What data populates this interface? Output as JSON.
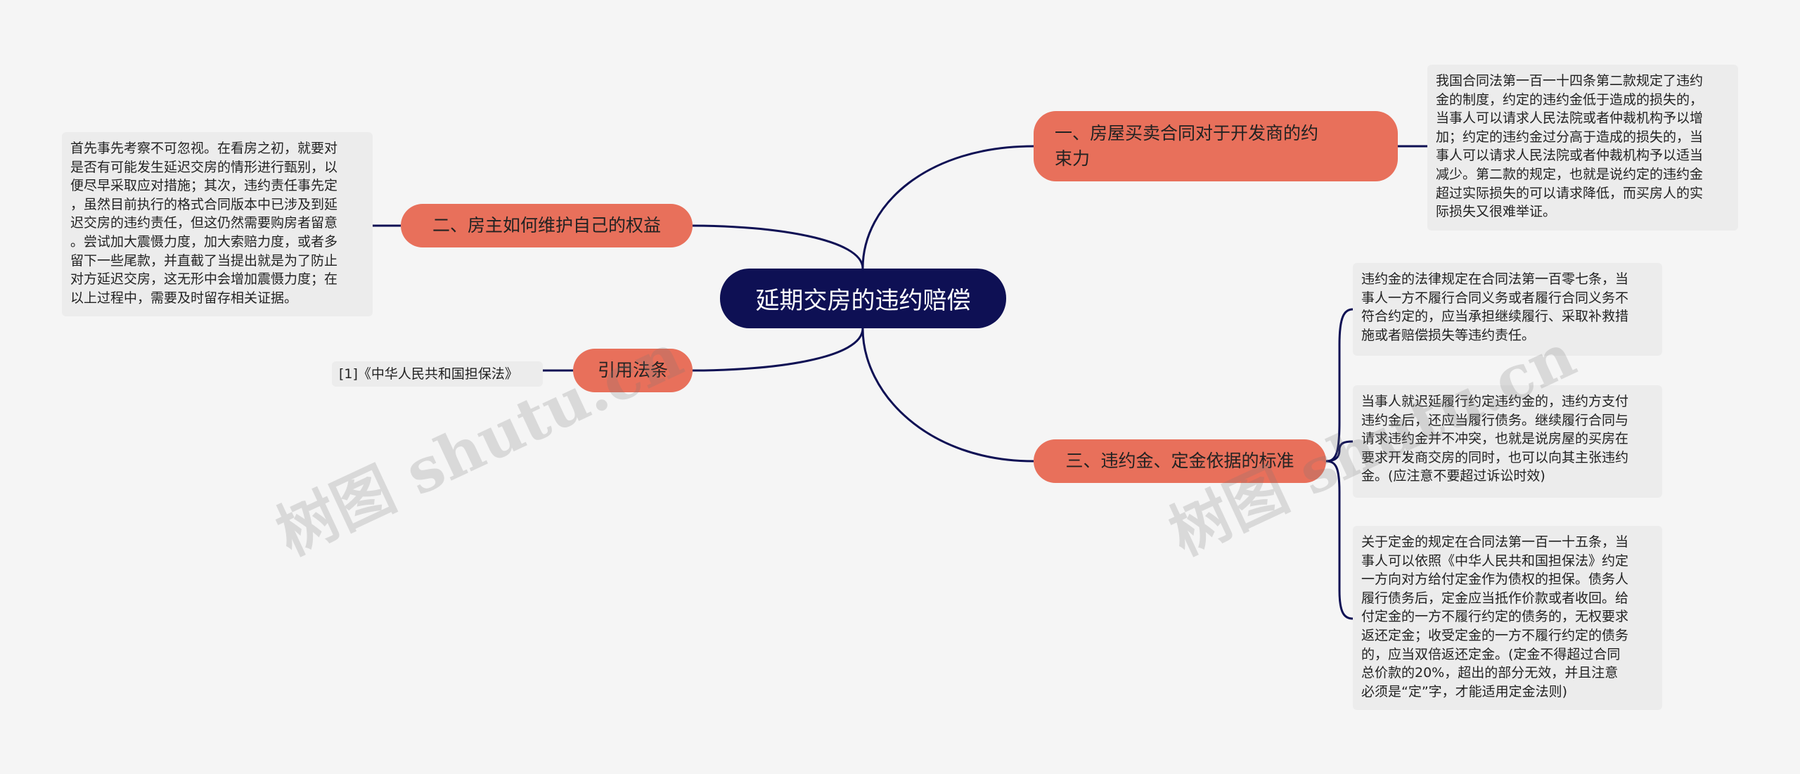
{
  "root": {
    "label": "延期交房的违约赔偿"
  },
  "branches": [
    {
      "label": "一、房屋买卖合同对于开发商的约\n束力"
    },
    {
      "label": "二、房主如何维护自己的权益"
    },
    {
      "label": "引用法条"
    },
    {
      "label": "三、违约金、定金依据的标准"
    }
  ],
  "leaves": [
    {
      "text": "我国合同法第一百一十四条第二款规定了违约\n金的制度，约定的违约金低于造成的损失的，\n当事人可以请求人民法院或者仲裁机构予以增\n加；约定的违约金过分高于造成的损失的，当\n事人可以请求人民法院或者仲裁机构予以适当\n减少。第二款的规定，也就是说约定的违约金\n超过实际损失的可以请求降低，而买房人的实\n际损失又很难举证。"
    },
    {
      "text": "首先事先考察不可忽视。在看房之初，就要对\n是否有可能发生延迟交房的情形进行甄别，以\n便尽早采取应对措施；其次，违约责任事先定\n，虽然目前执行的格式合同版本中已涉及到延\n迟交房的违约责任，但这仍然需要购房者留意\n。尝试加大震慑力度，加大索赔力度，或者多\n留下一些尾款，并直截了当提出就是为了防止\n对方延迟交房，这无形中会增加震慑力度；在\n以上过程中，需要及时留存相关证据。"
    },
    {
      "text": "[1]《中华人民共和国担保法》"
    },
    {
      "text": "违约金的法律规定在合同法第一百零七条，当\n事人一方不履行合同义务或者履行合同义务不\n符合约定的，应当承担继续履行、采取补救措\n施或者赔偿损失等违约责任。"
    },
    {
      "text": "当事人就迟延履行约定违约金的，违约方支付\n违约金后，还应当履行债务。继续履行合同与\n请求违约金并不冲突，也就是说房屋的买房在\n要求开发商交房的同时，也可以向其主张违约\n金。(应注意不要超过诉讼时效)"
    },
    {
      "text": "关于定金的规定在合同法第一百一十五条，当\n事人可以依照《中华人民共和国担保法》约定\n一方向对方给付定金作为债权的担保。债务人\n履行债务后，定金应当抵作价款或者收回。给\n付定金的一方不履行约定的债务的，无权要求\n返还定金；收受定金的一方不履行约定的债务\n的，应当双倍返还定金。(定金不得超过合同\n总价款的20%，超出的部分无效，并且注意\n必须是“定”字，才能适用定金法则)"
    }
  ],
  "watermarks": [
    "树图 shutu.cn",
    "树图 shutu.cn"
  ],
  "colors": {
    "root": "#0e1054",
    "branch": "#e8705b",
    "leaf": "#ececec",
    "line": "#0e1054",
    "background": "#f5f5f5"
  }
}
